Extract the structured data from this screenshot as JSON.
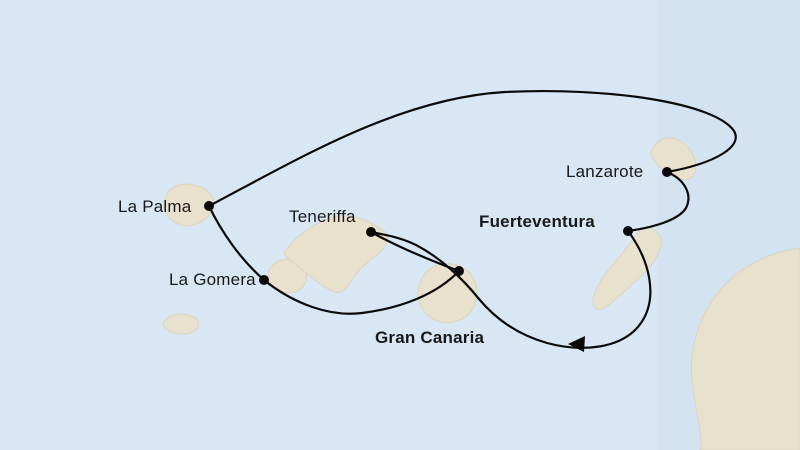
{
  "map": {
    "type": "cruise-route-map",
    "region": "Canary Islands",
    "ports": [
      {
        "id": "la-palma",
        "label": "La Palma",
        "emphasis": false
      },
      {
        "id": "teneriffa",
        "label": "Teneriffa",
        "emphasis": false
      },
      {
        "id": "fuerteventura",
        "label": "Fuerteventura",
        "emphasis": true
      },
      {
        "id": "lanzarote",
        "label": "Lanzarote",
        "emphasis": false
      },
      {
        "id": "la-gomera",
        "label": "La Gomera",
        "emphasis": false
      },
      {
        "id": "gran-canaria",
        "label": "Gran Canaria",
        "emphasis": true
      }
    ],
    "colors": {
      "sea": "#d9e7f4",
      "sea_east": "#d3e3f1",
      "land": "#e7e1cd",
      "route": "#0a0a0a",
      "label": "#191919"
    }
  }
}
